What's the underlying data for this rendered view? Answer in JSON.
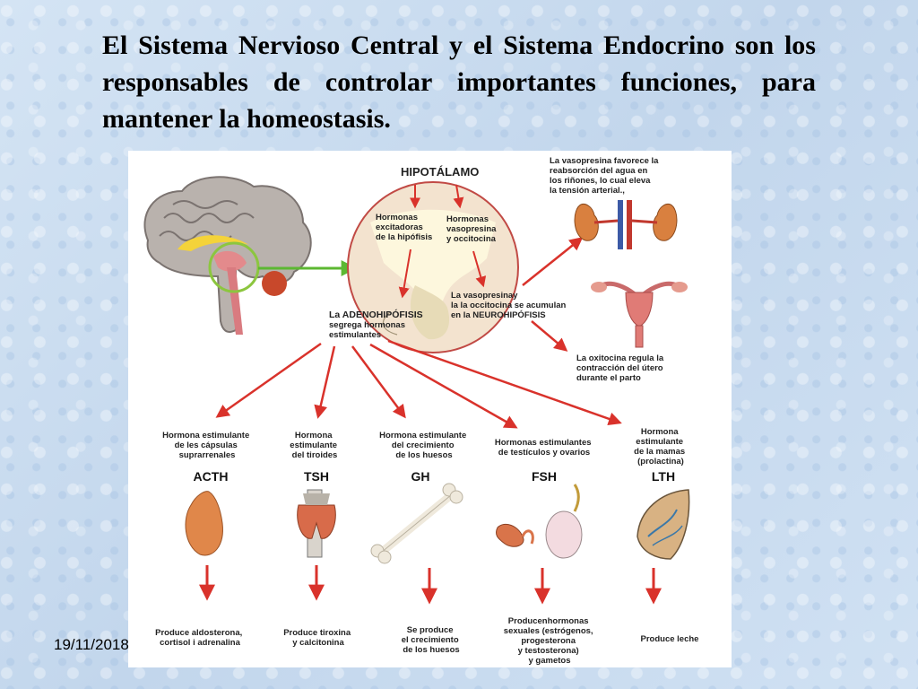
{
  "slide": {
    "title": "El Sistema Nervioso Central y el Sistema Endocrino son los responsables de controlar importantes funciones, para mantener la homeostasis.",
    "date": "19/11/2018"
  },
  "diagram": {
    "hipotalamo": "HIPOTÁLAMO",
    "excitadoras": [
      "Hormonas",
      "excitadoras",
      "de la hipófisis"
    ],
    "vasopresina_ocitocina": [
      "Hormonas",
      "vasopresina",
      "y occitocina"
    ],
    "acumulan": [
      "La vasopresinay",
      "la la occitocina se acumulan",
      "en la NEUROHIPÓFISIS"
    ],
    "adenohipofisis": [
      "La ADENOHIPÓFISIS",
      "segrega hormonas",
      "estimulantes"
    ],
    "vasopresina_info": [
      "La vasopresina favorece la",
      "reabsorción del agua en",
      "los riñones, lo cual eleva",
      "la tensión arterial.,"
    ],
    "oxitocina_info": [
      "La oxitocina regula la",
      "contracción  del útero",
      "durante el parto"
    ],
    "hormones": [
      {
        "desc": [
          "Hormona estimulante",
          "de les cápsulas",
          "suprarrenales"
        ],
        "code": "ACTH",
        "effect": [
          "Produce aldosterona,",
          "cortisol i adrenalina"
        ],
        "organ_icon": "adrenal-gland-icon"
      },
      {
        "desc": [
          "Hormona",
          "estimulante",
          "del tiroides"
        ],
        "code": "TSH",
        "effect": [
          "Produce tiroxina",
          "y calcitonina"
        ],
        "organ_icon": "thyroid-icon"
      },
      {
        "desc": [
          "Hormona estimulante",
          "del crecimiento",
          "de los huesos"
        ],
        "code": "GH",
        "effect": [
          "Se produce",
          "el crecimiento",
          "de los huesos"
        ],
        "organ_icon": "bone-icon"
      },
      {
        "desc": [
          "Hormonas estimulantes",
          "de testículos y ovarios"
        ],
        "code": "FSH",
        "effect": [
          "Producenhormonas",
          "sexuales (estrógenos,",
          "progesterona",
          "y testosterona)",
          "y gametos"
        ],
        "organ_icon": "gonads-icon"
      },
      {
        "desc": [
          "Hormona",
          "estimulante",
          "de la mamas",
          "(prolactina)"
        ],
        "code": "LTH",
        "effect": [
          "Produce leche"
        ],
        "organ_icon": "breast-icon"
      }
    ],
    "colors": {
      "arrow_red": "#d9322b",
      "arrow_green": "#5cb832",
      "circle_bg": "#f3e3cf"
    }
  }
}
